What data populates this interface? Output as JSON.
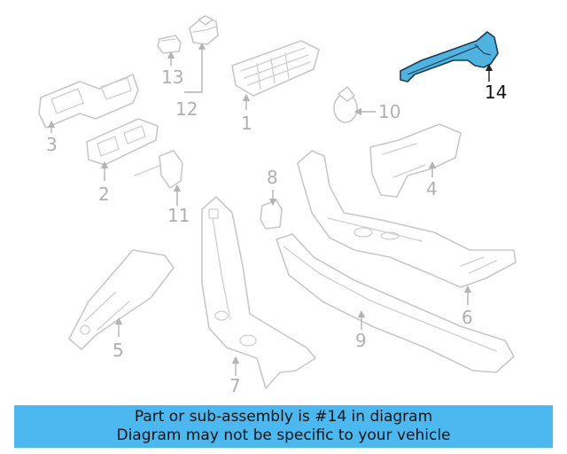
{
  "diagram": {
    "callouts": [
      "1",
      "2",
      "3",
      "4",
      "5",
      "6",
      "7",
      "8",
      "9",
      "10",
      "11",
      "12",
      "13",
      "14"
    ],
    "highlighted_part": "14",
    "colors": {
      "highlight": "#4fb3e0",
      "banner": "#4cb8f0",
      "line": "#c8c8c8"
    }
  },
  "banner": {
    "line1": "Part or sub-assembly is #14 in diagram",
    "line2": "Diagram may not be specific to your vehicle"
  }
}
